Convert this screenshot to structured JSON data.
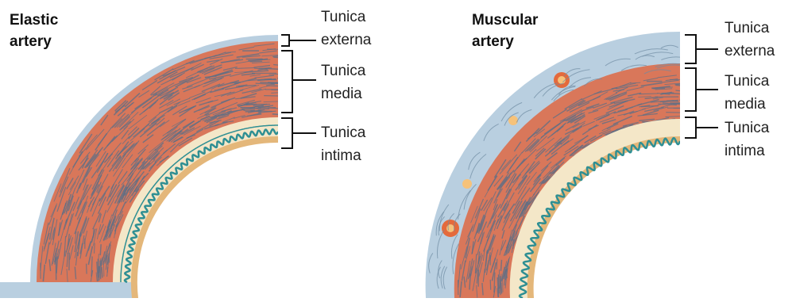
{
  "panels": [
    {
      "title_line1": "Elastic",
      "title_line2": "artery",
      "layers": [
        {
          "line1": "Tunica",
          "line2": "externa"
        },
        {
          "line1": "Tunica",
          "line2": "media"
        },
        {
          "line1": "Tunica",
          "line2": "intima"
        }
      ]
    },
    {
      "title_line1": "Muscular",
      "title_line2": "artery",
      "layers": [
        {
          "line1": "Tunica",
          "line2": "externa"
        },
        {
          "line1": "Tunica",
          "line2": "media"
        },
        {
          "line1": "Tunica",
          "line2": "intima"
        }
      ]
    }
  ],
  "colors": {
    "externa": "#b9cfe0",
    "media": "#d9775a",
    "media_fiber": "#5d6f86",
    "intima": "#f4e7c8",
    "intima_edge": "#e4b77a",
    "elastic_wave": "#2f8f93",
    "vessel_outer": "#e46a3c",
    "vessel_inner": "#f6c27a",
    "bracket": "#111111"
  }
}
